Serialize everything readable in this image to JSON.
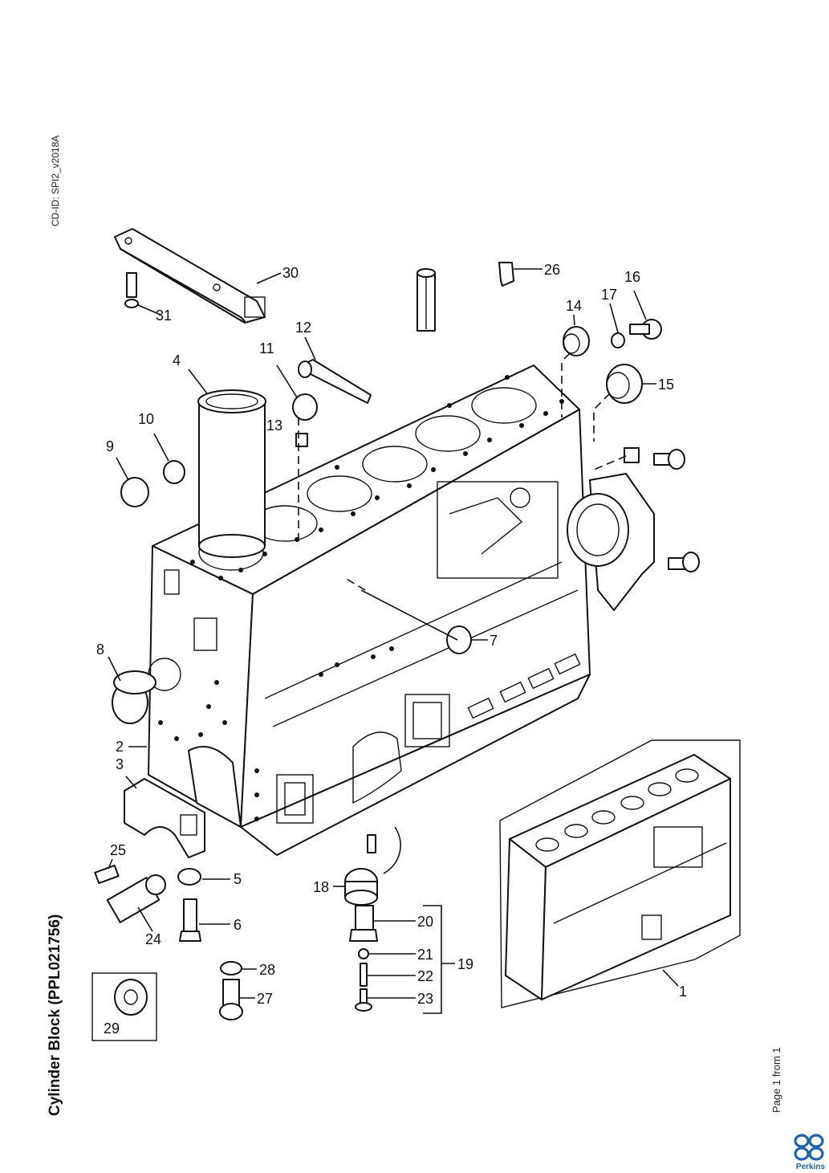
{
  "document": {
    "cd_id": "CD-ID: SPI2_v2018A",
    "title": "Cylinder Block (PPL021756)",
    "page_info": "Page 1 from 1",
    "brand": "Perkins",
    "brand_color": "#1c63b0"
  },
  "callouts": [
    "1",
    "2",
    "3",
    "4",
    "5",
    "6",
    "7",
    "8",
    "9",
    "10",
    "11",
    "12",
    "13",
    "14",
    "15",
    "16",
    "17",
    "18",
    "19",
    "20",
    "21",
    "22",
    "23",
    "24",
    "25",
    "26",
    "27",
    "28",
    "29",
    "30",
    "31"
  ]
}
